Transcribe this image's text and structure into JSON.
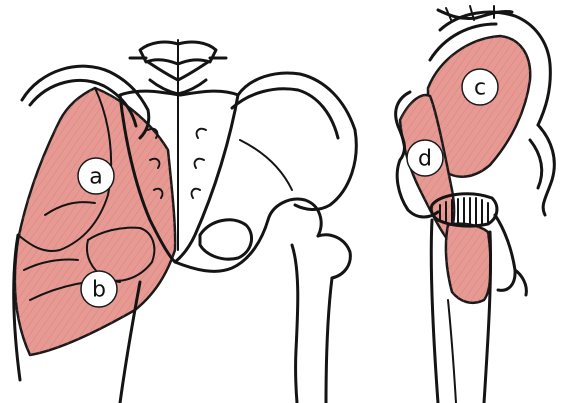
{
  "colors": {
    "muscle_fill": "#e79a93",
    "ink": "#141414",
    "background": "#ffffff",
    "label_bg": "#ffffff"
  },
  "labels": {
    "a": "a",
    "b": "b",
    "c": "c",
    "d": "d"
  }
}
